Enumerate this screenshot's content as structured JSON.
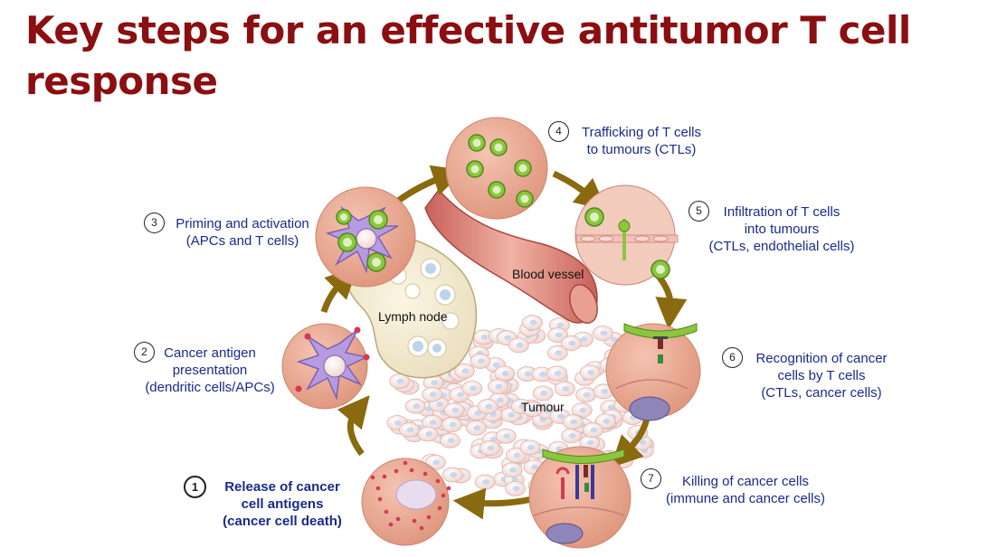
{
  "title": "Key steps for an effective antitumor T cell response",
  "labels": {
    "blood_vessel": "Blood vessel",
    "lymph_node": "Lymph node",
    "tumour": "Tumour"
  },
  "steps": [
    {
      "number": "1",
      "lines": [
        "Release of cancer",
        "cell antigens",
        "(cancer cell death)"
      ]
    },
    {
      "number": "2",
      "lines": [
        "Cancer antigen",
        "presentation",
        "(dendritic cells/APCs)"
      ]
    },
    {
      "number": "3",
      "lines": [
        "Priming and activation",
        "(APCs and T cells)"
      ]
    },
    {
      "number": "4",
      "lines": [
        "Trafficking of T cells",
        "to tumours (CTLs)"
      ]
    },
    {
      "number": "5",
      "lines": [
        "Infiltration of T cells",
        "into tumours",
        "(CTLs, endothelial cells)"
      ]
    },
    {
      "number": "6",
      "lines": [
        "Recognition of cancer",
        "cells by T cells",
        "(CTLs, cancer cells)"
      ]
    },
    {
      "number": "7",
      "lines": [
        "Killing of cancer cells",
        "(immune and cancer cells)"
      ]
    }
  ],
  "colors": {
    "title": "#8b0e10",
    "step_text": "#1a2a8c",
    "arrow": "#8a6a0e",
    "circle_fill": "#e9a58f",
    "tcell": "#8cc63f",
    "apc": "#a88ad6"
  }
}
